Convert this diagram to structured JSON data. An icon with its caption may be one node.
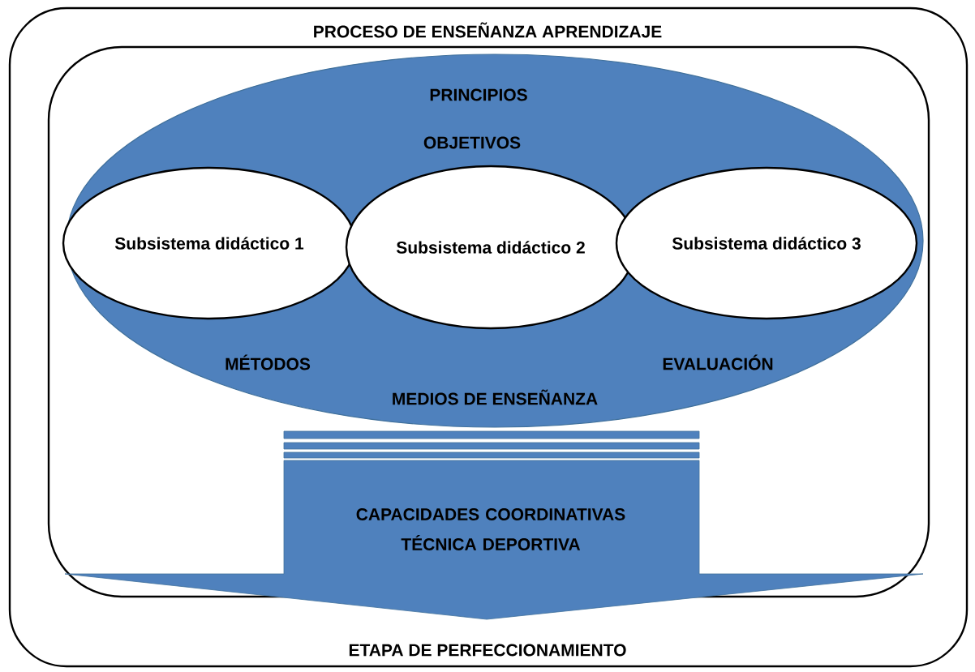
{
  "diagram": {
    "nodes": [
      {
        "text": [
          "PROCESO DE ENSEÑANZA APRENDIZAJE",
          "ETAPA DE PERFECCIONAMIENTO"
        ]
      },
      {
        "text": [],
        "shape": "box",
        "in": 0
      },
      {
        "text": [
          "PRINCIPIOS",
          "OBJETIVOS",
          "MÉTODOS",
          "EVALUACIÓN",
          "MEDIOS DE ENSEÑANZA"
        ],
        "in": 1
      },
      {
        "text": [
          "Subsistema didáctico 1"
        ],
        "in": 2
      },
      {
        "text": [
          "Subsistema didáctico 2"
        ],
        "in": 2
      },
      {
        "text": [
          "Subsistema didáctico 3"
        ],
        "in": 2
      },
      {
        "text": [
          "CAPACIDADES COORDINATIVAS TÉCNICA DEPORTIVA"
        ],
        "in": 1
      }
    ],
    "edges": []
  }
}
